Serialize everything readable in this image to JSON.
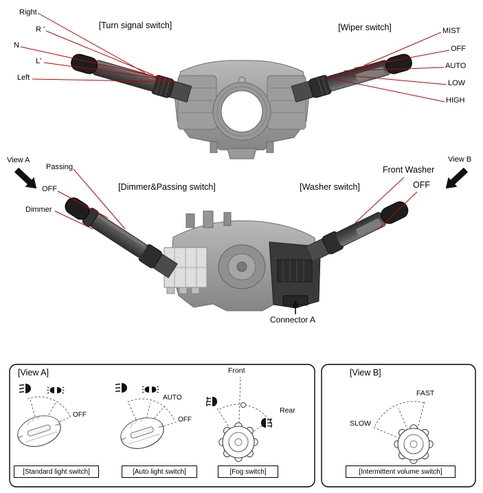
{
  "top_section": {
    "turn_signal_switch_label": "[Turn signal switch]",
    "wiper_switch_label": "[Wiper switch]",
    "turn_callouts": [
      "Right",
      "R '",
      "N",
      "L'",
      "Left"
    ],
    "wiper_callouts": [
      "MIST",
      "OFF",
      "AUTO",
      "LOW",
      "HIGH"
    ]
  },
  "middle_section": {
    "view_a": "View A",
    "view_b": "View B",
    "passing": "Passing",
    "passing_off": "OFF",
    "dimmer": "Dimmer",
    "dimmer_passing_switch_label": "[Dimmer&Passing switch]",
    "washer_switch_label": "[Washer switch]",
    "front_washer": "Front Washer",
    "washer_off": "OFF",
    "connector": "Connector A"
  },
  "view_a_panel": {
    "title": "[View A]",
    "standard_light_label": "[Standard light switch]",
    "standard_off": "OFF",
    "auto_light_label": "[Auto light switch]",
    "auto_text": "AUTO",
    "auto_off": "OFF",
    "fog_label": "[Fog switch]",
    "fog_front": "Front",
    "fog_rear": "Rear"
  },
  "view_b_panel": {
    "title": "[View B]",
    "intermittent_label": "[Intermittent volume switch]",
    "fast": "FAST",
    "slow": "SLOW"
  },
  "icons": {
    "view_a_arrow": "thick-arrow-down-right",
    "view_b_arrow": "thick-arrow-down-left",
    "connector_arrow": "arrow-up",
    "headlight_icon": "low-beam-headlight",
    "position_lamp_icon": "position-lamps",
    "fog_lamp_icon": "fog-lamp"
  },
  "colors": {
    "callout_line": "#c00000",
    "housing_gray": "#9c9c9c",
    "stalk_dark": "#1e1e1e"
  }
}
